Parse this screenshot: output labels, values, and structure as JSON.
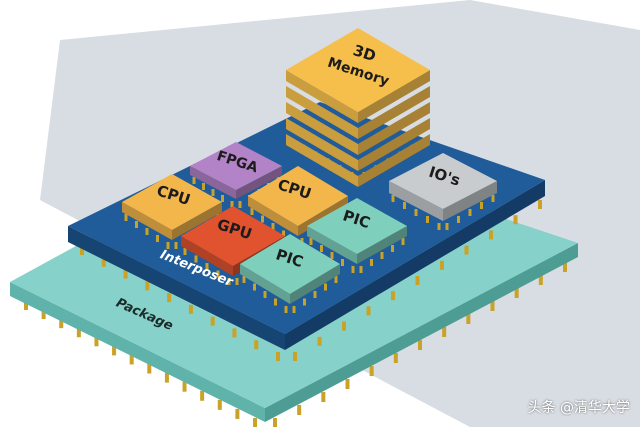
{
  "diagram": {
    "labels": {
      "memory_line1": "3D",
      "memory_line2": "Memory",
      "fpga": "FPGA",
      "cpu_left": "CPU",
      "cpu_right": "CPU",
      "ios": "IO's",
      "gpu": "GPU",
      "pic_right": "PIC",
      "pic_bottom": "PIC",
      "interposer": "Interposer",
      "package": "Package"
    }
  },
  "watermark": "头条 @清华大学",
  "colors": {
    "package_top": "#86d1c9",
    "package_side": "#5fb3aa",
    "interposer_top": "#1f5c99",
    "interposer_side": "#164473",
    "cpu": "#f3b64a",
    "fpga": "#b283c7",
    "gpu": "#e0532e",
    "pic": "#7fcfbd",
    "ios": "#c8cccf",
    "memory": "#f6bf4c",
    "pin": "#c9a227",
    "backdrop": "#d8dde3"
  }
}
